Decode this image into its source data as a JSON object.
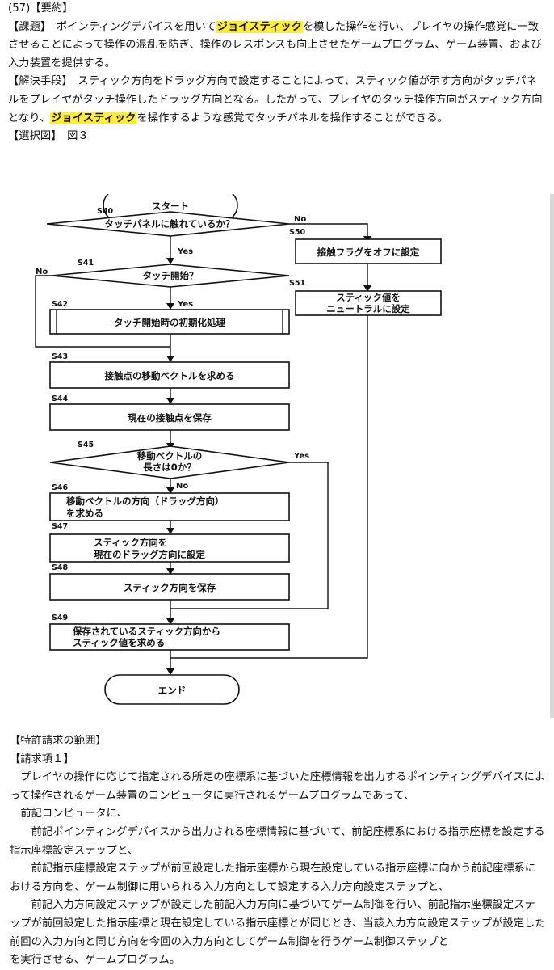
{
  "abstract": {
    "heading": "(57)【要約】",
    "problem_label": "【課題】",
    "problem_text_1": "　ポインティングデバイスを用いて",
    "problem_highlight": "ジョイスティック",
    "problem_text_2": "を模した操作を行い、プレイヤの操作感覚に一致させることによって操作の混乱を防ぎ、操作のレスポンスも向上させたゲームプログラム、ゲーム装置、および入力装置を提供する。",
    "solution_label": "【解決手段】",
    "solution_text_1": "　スティック方向をドラッグ方向で設定することによって、スティック値が示す方向がタッチパネルをプレイヤがタッチ操作したドラッグ方向となる。したがって、プレイヤのタッチ操作方向がスティック方向となり、",
    "solution_highlight": "ジョイスティック",
    "solution_text_2": "を操作するような感覚でタッチパネルを操作することができる。",
    "figure_label": "【選択図】",
    "figure_ref": "　図３"
  },
  "flowchart": {
    "start": "スタート",
    "end": "エンド",
    "yes": "Yes",
    "no": "No",
    "steps": {
      "s40": {
        "id": "S40",
        "text": "タッチパネルに触れているか？"
      },
      "s41": {
        "id": "S41",
        "text": "タッチ開始？"
      },
      "s42": {
        "id": "S42",
        "text": "タッチ開始時の初期化処理"
      },
      "s43": {
        "id": "S43",
        "text": "接触点の移動ベクトルを求める"
      },
      "s44": {
        "id": "S44",
        "text": "現在の接触点を保存"
      },
      "s45": {
        "id": "S45",
        "line1": "移動ベクトルの",
        "line2": "長さは0か？"
      },
      "s46": {
        "id": "S46",
        "line1": "移動ベクトルの方向（ドラッグ方向）",
        "line2": "を求める"
      },
      "s47": {
        "id": "S47",
        "line1": "スティック方向を",
        "line2": "現在のドラッグ方向に設定"
      },
      "s48": {
        "id": "S48",
        "text": "スティック方向を保存"
      },
      "s49": {
        "id": "S49",
        "line1": "保存されているスティック方向から",
        "line2": "スティック値を求める"
      },
      "s50": {
        "id": "S50",
        "text": "接触フラグをオフに設定"
      },
      "s51": {
        "id": "S51",
        "line1": "スティック値を",
        "line2": "ニュートラルに設定"
      }
    }
  },
  "claims": {
    "heading": "【特許請求の範囲】",
    "claim_label": "【請求項１】",
    "p1": "プレイヤの操作に応じて指定される所定の座標系に基づいた座標情報を出力するポインティングデバイスによって操作されるゲーム装置のコンピュータに実行されるゲームプログラムであって、",
    "p2": "前記コンピュータに、",
    "p3": "前記ポインティングデバイスから出力される座標情報に基づいて、前記座標系における指示座標を設定する指示座標設定ステップと、",
    "p4": "前記指示座標設定ステップが前回設定した指示座標から現在設定している指示座標に向かう前記座標系における方向を、ゲーム制御に用いられる入力方向として設定する入力方向設定ステップと、",
    "p5": "前記入力方向設定ステップが設定した前記入力方向に基づいてゲーム制御を行い、前記指示座標設定ステップが前回設定した指示座標と現在設定している指示座標とが同じとき、当該入力方向設定ステップが設定した前回の入力方向と同じ方向を今回の入力方向としてゲーム制御を行うゲーム制御ステップと",
    "p6": "を実行させる、ゲームプログラム。"
  },
  "colors": {
    "highlight": "#ffec3d",
    "ink": "#111111",
    "figure_edge": "#d8d8d8"
  }
}
